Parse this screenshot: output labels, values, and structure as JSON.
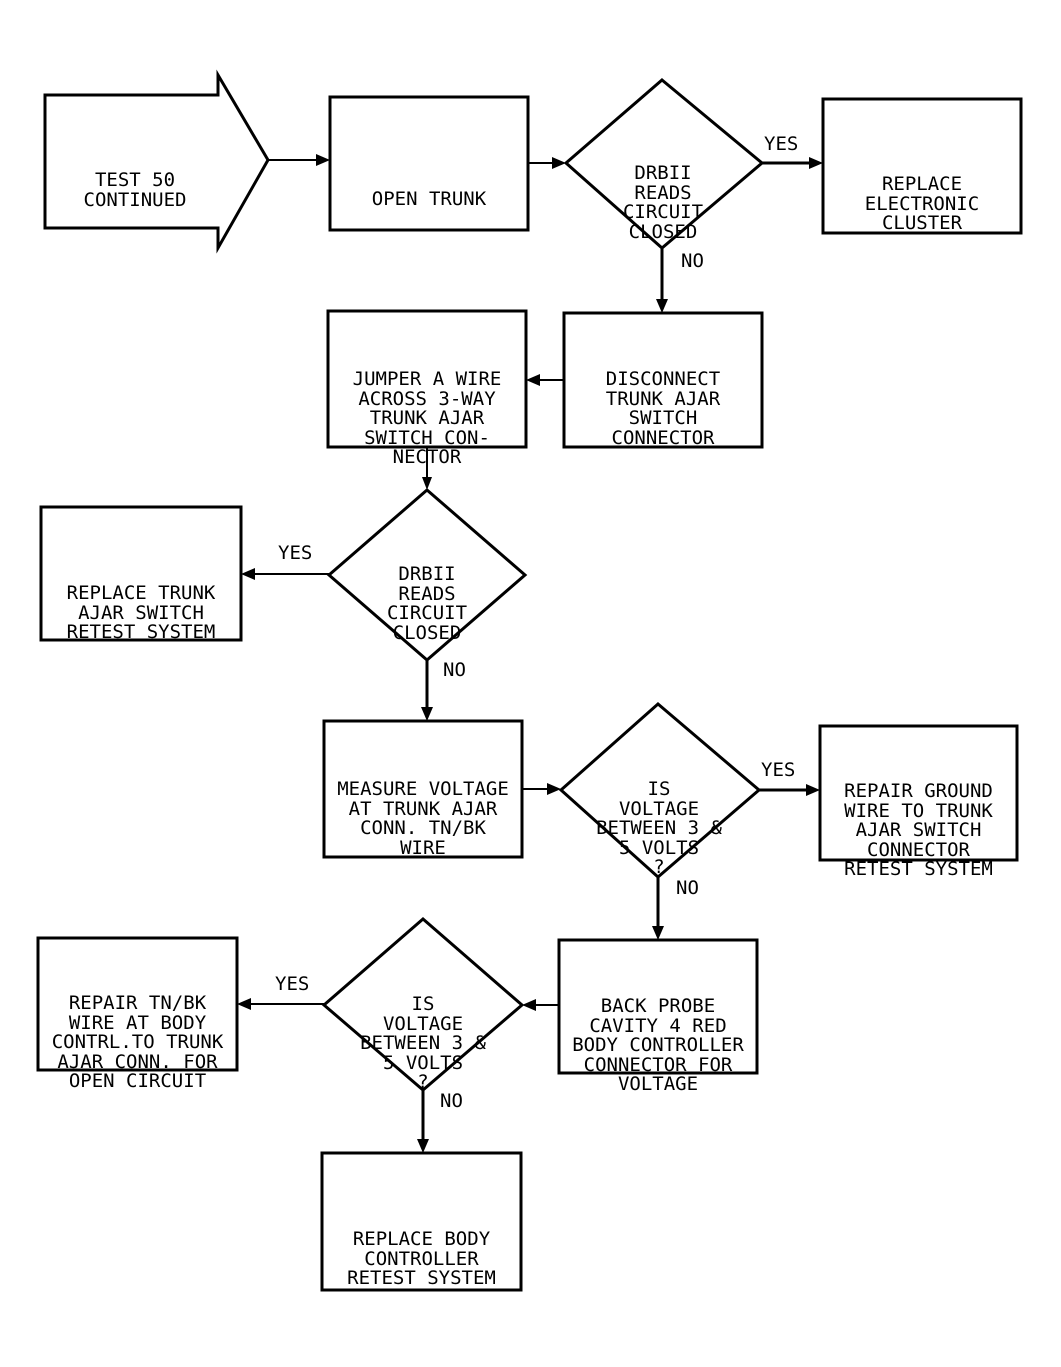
{
  "diagram": {
    "nodes": {
      "start": "TEST 50\nCONTINUED",
      "open_trunk": "OPEN TRUNK",
      "decision1": "DRBII\nREADS\nCIRCUIT\nCLOSED",
      "replace_cluster": "REPLACE\nELECTRONIC\nCLUSTER",
      "disconnect_switch": "DISCONNECT\nTRUNK AJAR\nSWITCH\nCONNECTOR",
      "jumper_wire": "JUMPER A WIRE\nACROSS 3-WAY\nTRUNK AJAR\nSWITCH CON-\nNECTOR",
      "decision2": "DRBII\nREADS\nCIRCUIT\nCLOSED",
      "replace_switch": "REPLACE TRUNK\nAJAR SWITCH\nRETEST SYSTEM",
      "measure_voltage": "MEASURE VOLTAGE\nAT TRUNK AJAR\nCONN. TN/BK\nWIRE",
      "decision3": "IS\nVOLTAGE\nBETWEEN 3 &\n5 VOLTS\n?",
      "repair_ground": "REPAIR GROUND\nWIRE TO TRUNK\nAJAR SWITCH\nCONNECTOR\nRETEST SYSTEM",
      "back_probe": "BACK PROBE\nCAVITY 4 RED\nBODY CONTROLLER\nCONNECTOR FOR\nVOLTAGE",
      "decision4": "IS\nVOLTAGE\nBETWEEN 3 &\n5 VOLTS\n?",
      "repair_wire": "REPAIR TN/BK\nWIRE AT BODY\nCONTRL.TO TRUNK\nAJAR CONN. FOR\nOPEN CIRCUIT",
      "replace_controller": "REPLACE BODY\nCONTROLLER\nRETEST SYSTEM"
    },
    "edge_labels": {
      "d1_yes": "YES",
      "d1_no": "NO",
      "d2_yes": "YES",
      "d2_no": "NO",
      "d3_yes": "YES",
      "d3_no": "NO",
      "d4_yes": "YES",
      "d4_no": "NO"
    }
  }
}
